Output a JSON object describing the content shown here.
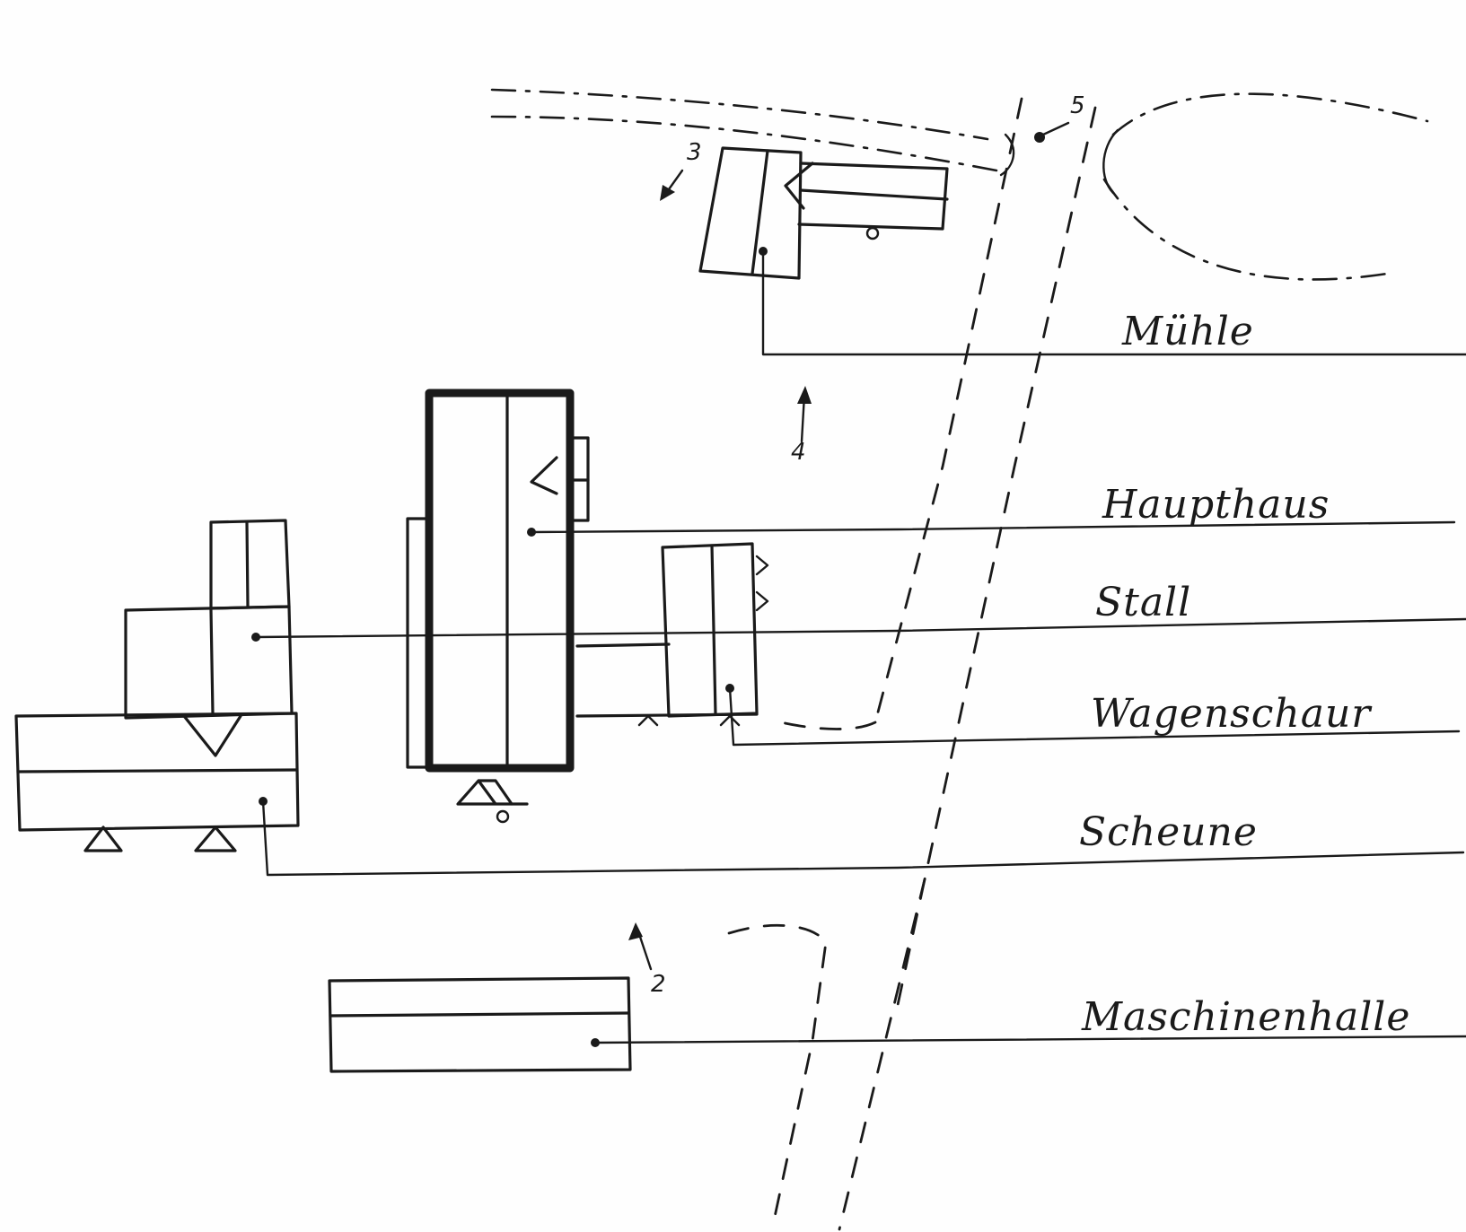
{
  "labels": {
    "muehle": "Mühle",
    "haupthaus": "Haupthaus",
    "stall": "Stall",
    "wagenschauer": "Wagenschaur",
    "scheune": "Scheune",
    "maschinenhalle": "Maschinenhalle"
  },
  "viewpoints": {
    "v2": "2",
    "v3": "3",
    "v4": "4",
    "v5": "5"
  }
}
